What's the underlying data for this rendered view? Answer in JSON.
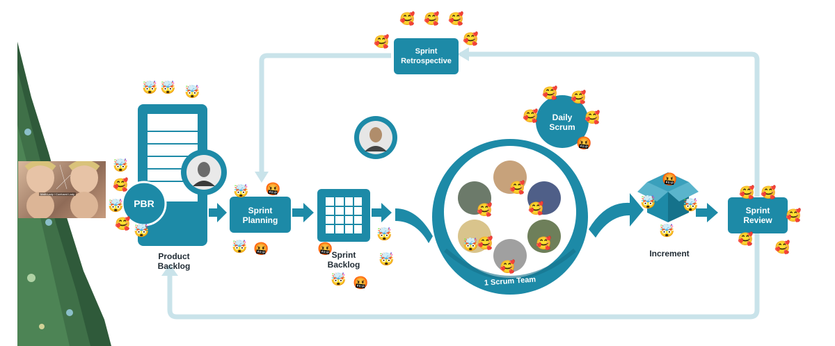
{
  "colors": {
    "primary": "#1d8aa7",
    "primary_dark": "#15728b",
    "loop": "#c9e3ea",
    "accent_light": "#d7eaf0"
  },
  "nodes": {
    "pbr": "PBR",
    "product_backlog": "Product\nBacklog",
    "sprint_planning": "Sprint\nPlanning",
    "sprint_backlog": "Sprint\nBacklog",
    "scrum_team": "1 Scrum Team",
    "daily_scrum": "Daily\nScrum",
    "increment": "Increment",
    "sprint_review": "Sprint\nReview",
    "sprint_retrospective": "Sprint\nRetrospective"
  },
  "meme_caption": "Math Lady / Confused Lady",
  "decorations": {
    "emoji_heart": "🥰",
    "emoji_mind_blown": "🤯",
    "emoji_cursing": "🤬",
    "tree": "christmas-tree",
    "avatar": "person-photo"
  }
}
